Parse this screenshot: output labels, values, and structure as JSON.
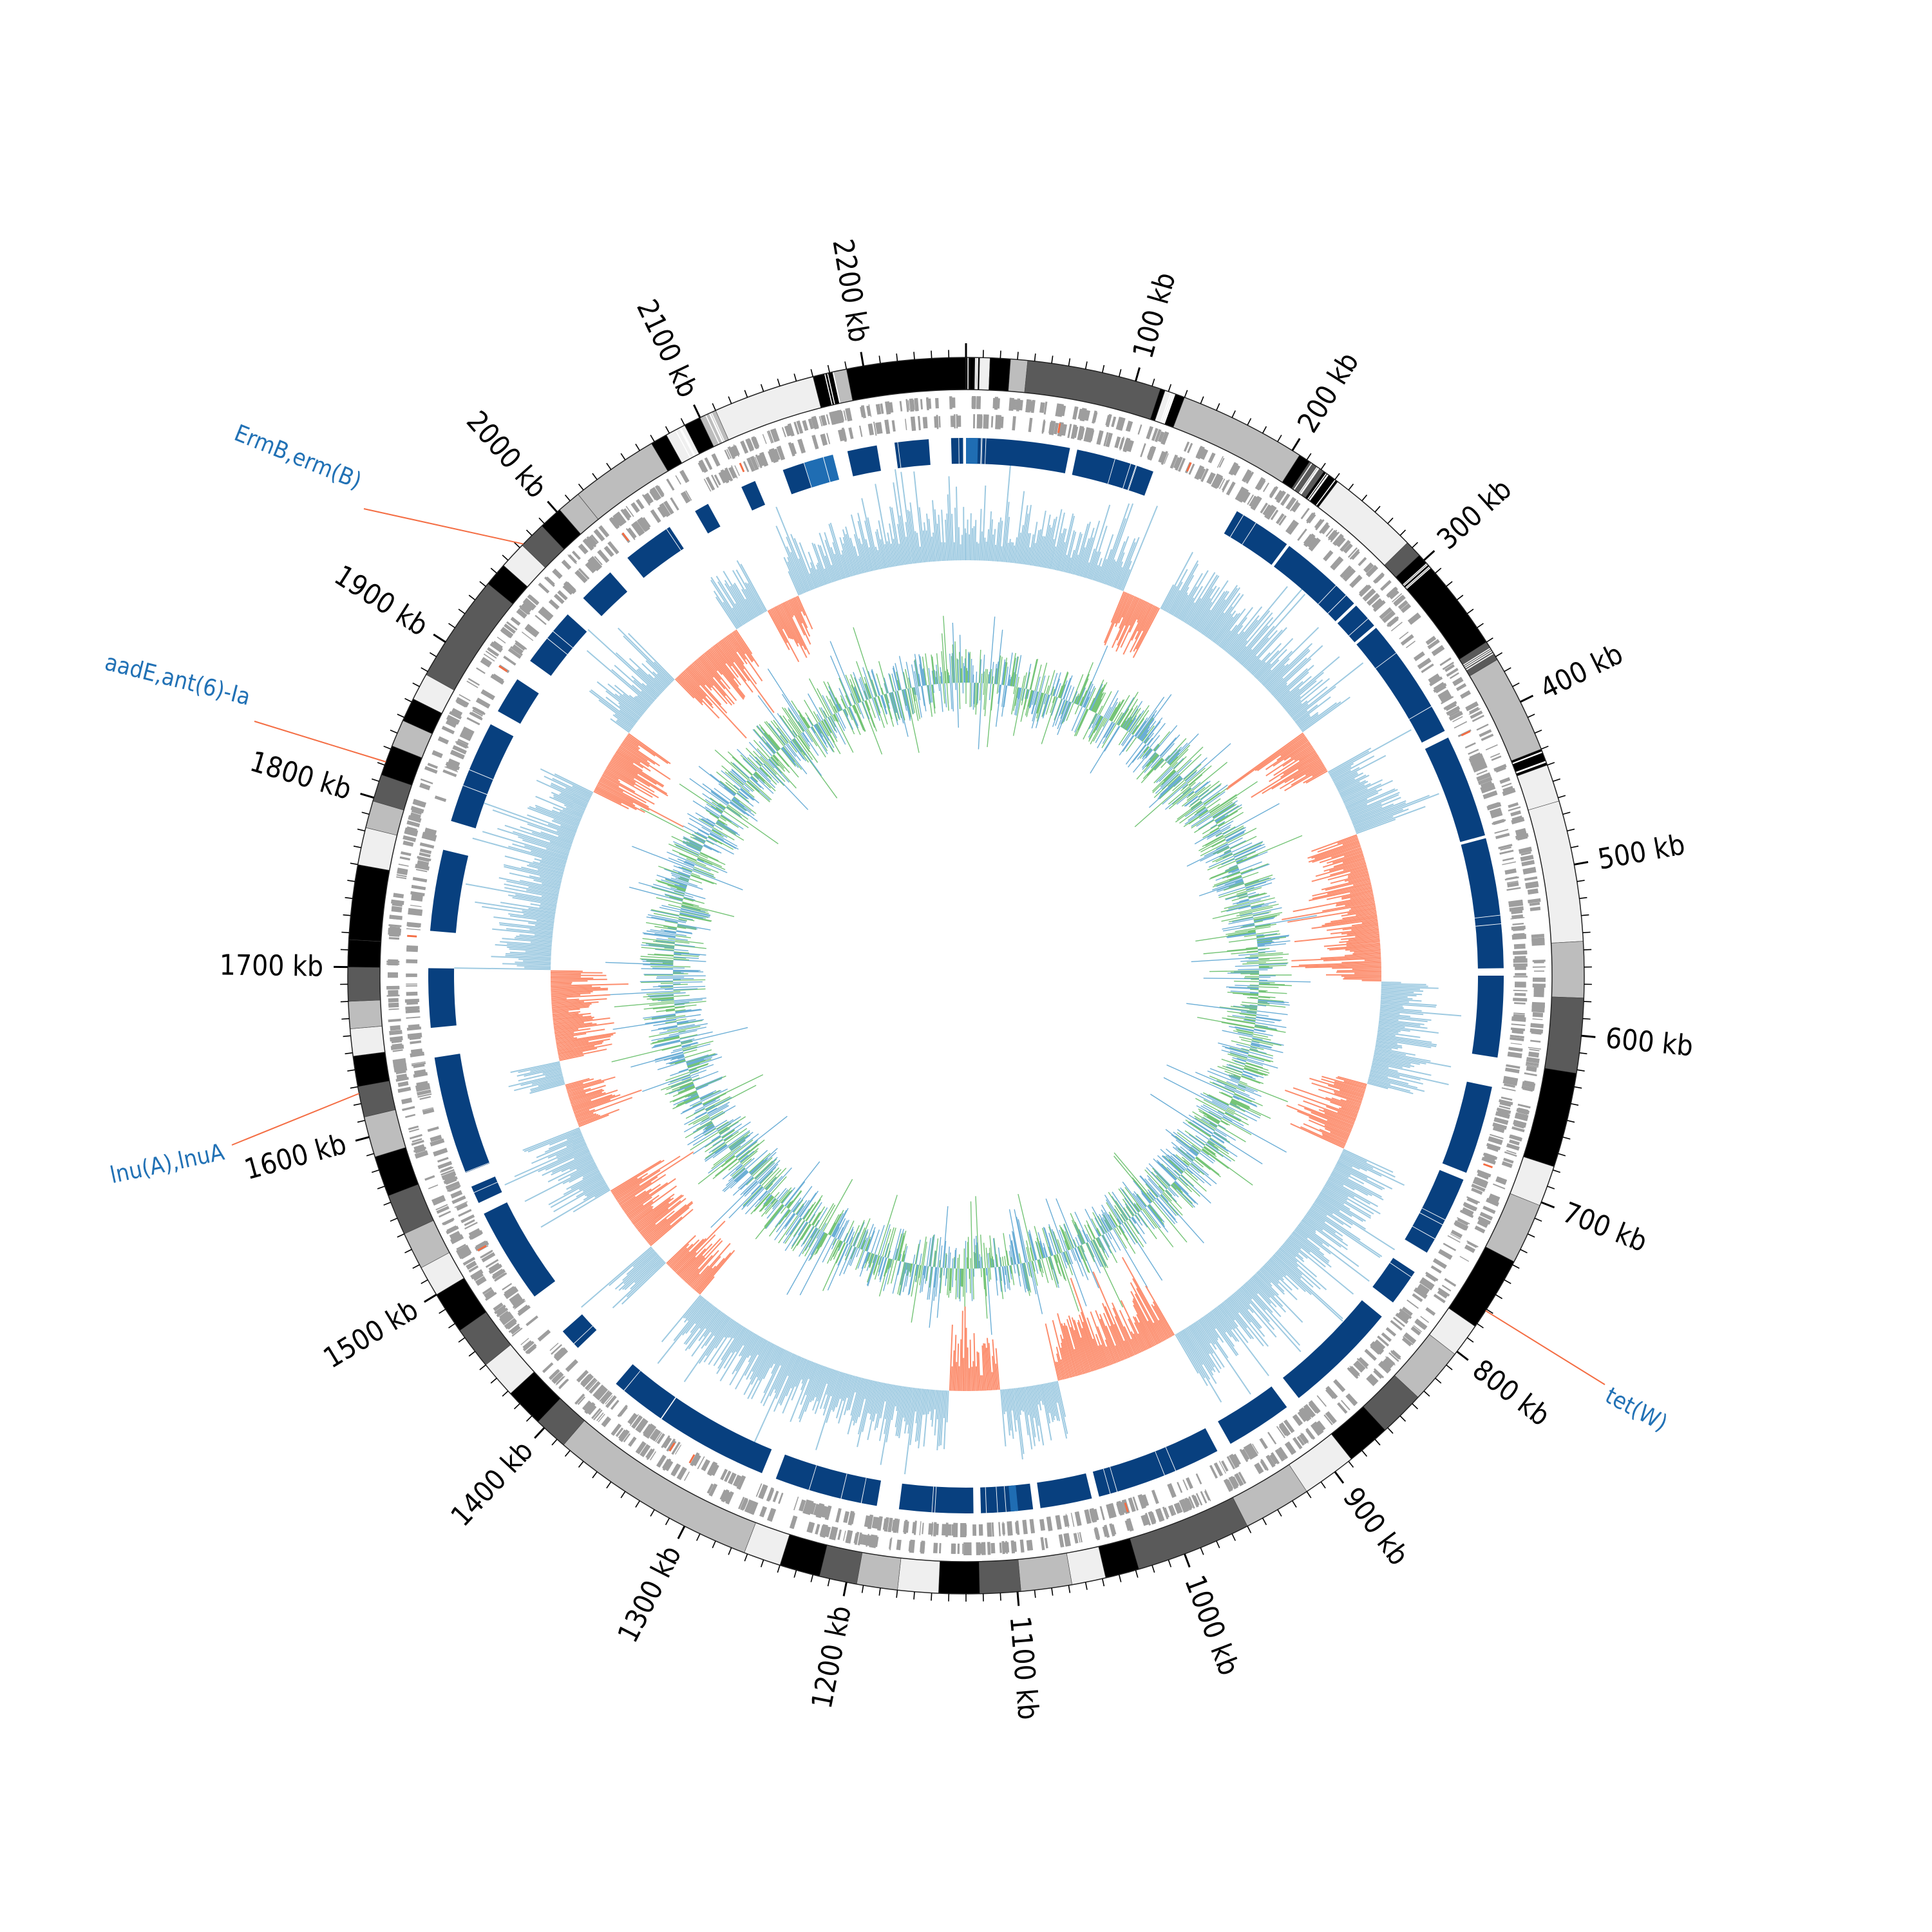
{
  "genome": {
    "length_kb": 2260,
    "unit": "kb"
  },
  "scale_labels": [
    "100 kb",
    "200 kb",
    "300 kb",
    "400 kb",
    "500 kb",
    "600 kb",
    "700 kb",
    "800 kb",
    "900 kb",
    "1000 kb",
    "1100 kb",
    "1200 kb",
    "1300 kb",
    "1400 kb",
    "1500 kb",
    "1600 kb",
    "1700 kb",
    "1800 kb",
    "1900 kb",
    "2000 kb",
    "2100 kb",
    "2200 kb"
  ],
  "resistance_genes": [
    {
      "label": "ErmB,erm(B)",
      "position_kb": 1973
    },
    {
      "label": "aadE,ant(6)-Ia",
      "position_kb": 1822
    },
    {
      "label": "lnu(A),lnuA",
      "position_kb": 1626
    },
    {
      "label": "tet(W)",
      "position_kb": 771
    }
  ],
  "tracks": [
    {
      "name": "contigs",
      "style": "grayscale blocks"
    },
    {
      "name": "forward CDS",
      "color": "#9e9e9e"
    },
    {
      "name": "reverse CDS",
      "color": "#9e9e9e"
    },
    {
      "name": "alignment",
      "color": "#08407f"
    },
    {
      "name": "GC skew",
      "positive_color": "#9ecae1",
      "negative_color": "#fc8d6d"
    },
    {
      "name": "GC content",
      "colors": [
        "#6baed6",
        "#74c476"
      ]
    }
  ],
  "colors": {
    "label": "#2171b5",
    "leader": "#f46d43",
    "alignment": "#08407f",
    "alignment_light": "#1f6db3",
    "cds": "#9e9e9e",
    "skew_pos": "#9ecae1",
    "skew_neg": "#fc8d6d",
    "gc_blue": "#6baed6",
    "gc_green": "#74c476"
  }
}
